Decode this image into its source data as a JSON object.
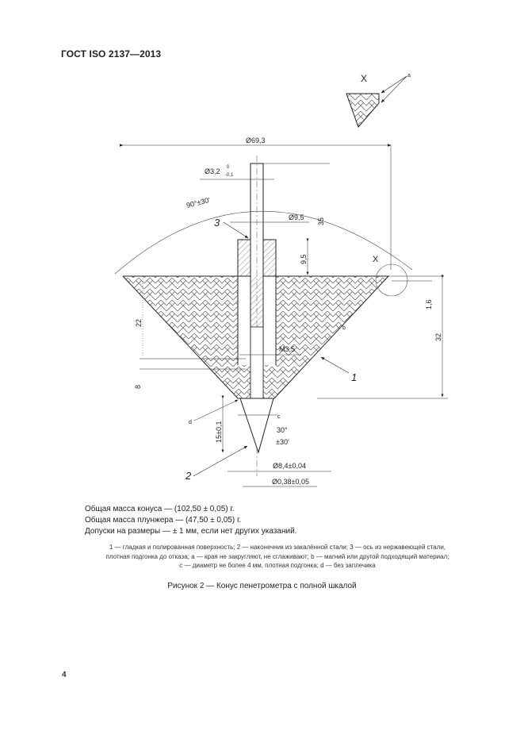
{
  "header": {
    "standard": "ГОСТ ISO 2137—2013"
  },
  "drawing": {
    "detail_label": "X",
    "detail_note": "a",
    "dimensions": {
      "outer_diameter": "Ø69,3",
      "shaft_diameter": "Ø3,2",
      "shaft_tol_upper": "0",
      "shaft_tol_lower": "-0,1",
      "cone_angle": "90°±30'",
      "collar_diameter": "Ø9,5",
      "height_35": "35",
      "collar_height": "9,5",
      "depth_22": "22",
      "thread": "M3,5",
      "depth_8": "8",
      "edge_1_6": "1,6",
      "height_32": "32",
      "tip_length": "15±0,1",
      "tip_angle": "30°",
      "tip_angle_tol": "±30'",
      "tip_diameter": "Ø8,4±0,04",
      "point_diameter": "Ø0,38±0,05"
    },
    "callouts": {
      "c1": "1",
      "c2": "2",
      "c3": "3",
      "b": "b",
      "c": "c",
      "d": "d",
      "x": "X"
    }
  },
  "notes": [
    "Общая масса конуса — (102,50 ± 0,05) г.",
    "Общая масса плунжера — (47,50 ± 0,05) г.",
    "Допуски на размеры — ± 1 мм, если нет других указаний."
  ],
  "legend": [
    "1 — гладкая и полированная поверхность; 2 — наконечник из закалённой стали; 3 — ось из нержавеющей стали,",
    "плотная подгонка до отказа; a — края не закругляют, не сглаживают; b — магний или другой подходящий материал;",
    "c — диаметр не более 4 мм, плотная подгонка; d — без заплечика"
  ],
  "caption": "Рисунок 2 — Конус пенетрометра с полной шкалой",
  "page_number": "4"
}
